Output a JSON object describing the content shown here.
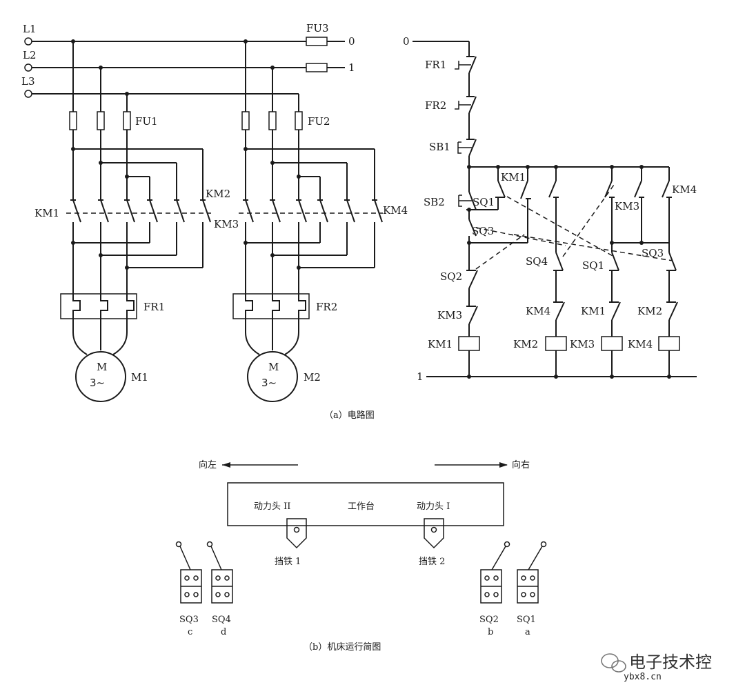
{
  "power": {
    "l1": "L1",
    "l2": "L2",
    "l3": "L3",
    "fu1": "FU1",
    "fu2": "FU2",
    "fu3": "FU3",
    "out0": "0",
    "out1": "1",
    "km1": "KM1",
    "km2": "KM2",
    "km3": "KM3",
    "km4": "KM4",
    "fr1": "FR1",
    "fr2": "FR2",
    "m1": "M1",
    "m2": "M2",
    "motor_top": "M",
    "motor_bottom": "3~"
  },
  "control": {
    "node0": "0",
    "node1": "1",
    "fr1": "FR1",
    "fr2": "FR2",
    "sb1": "SB1",
    "sb2": "SB2",
    "km1_aux": "KM1",
    "km3_aux": "KM3",
    "km4_aux": "KM4",
    "sq1_a": "SQ1",
    "sq3_a": "SQ3",
    "sq4": "SQ4",
    "sq1_b": "SQ1",
    "sq3_b": "SQ3",
    "sq2": "SQ2",
    "km3_i": "KM3",
    "km4_i": "KM4",
    "km1_i": "KM1",
    "km2_i": "KM2",
    "coil1": "KM1",
    "coil2": "KM2",
    "coil3": "KM3",
    "coil4": "KM4"
  },
  "captions": {
    "a": "（a）电路图",
    "b": "（b）机床运行简图"
  },
  "machine": {
    "left": "向左",
    "right": "向右",
    "head2": "动力头 II",
    "table": "工作台",
    "head1": "动力头 I",
    "stop1": "挡铁 1",
    "stop2": "挡铁 2",
    "sq3": "SQ3",
    "sq4": "SQ4",
    "sq2": "SQ2",
    "sq1": "SQ1",
    "c": "c",
    "d": "d",
    "b": "b",
    "a": "a"
  },
  "watermark": {
    "name": "电子技术控",
    "site": "ybx8.cn"
  }
}
